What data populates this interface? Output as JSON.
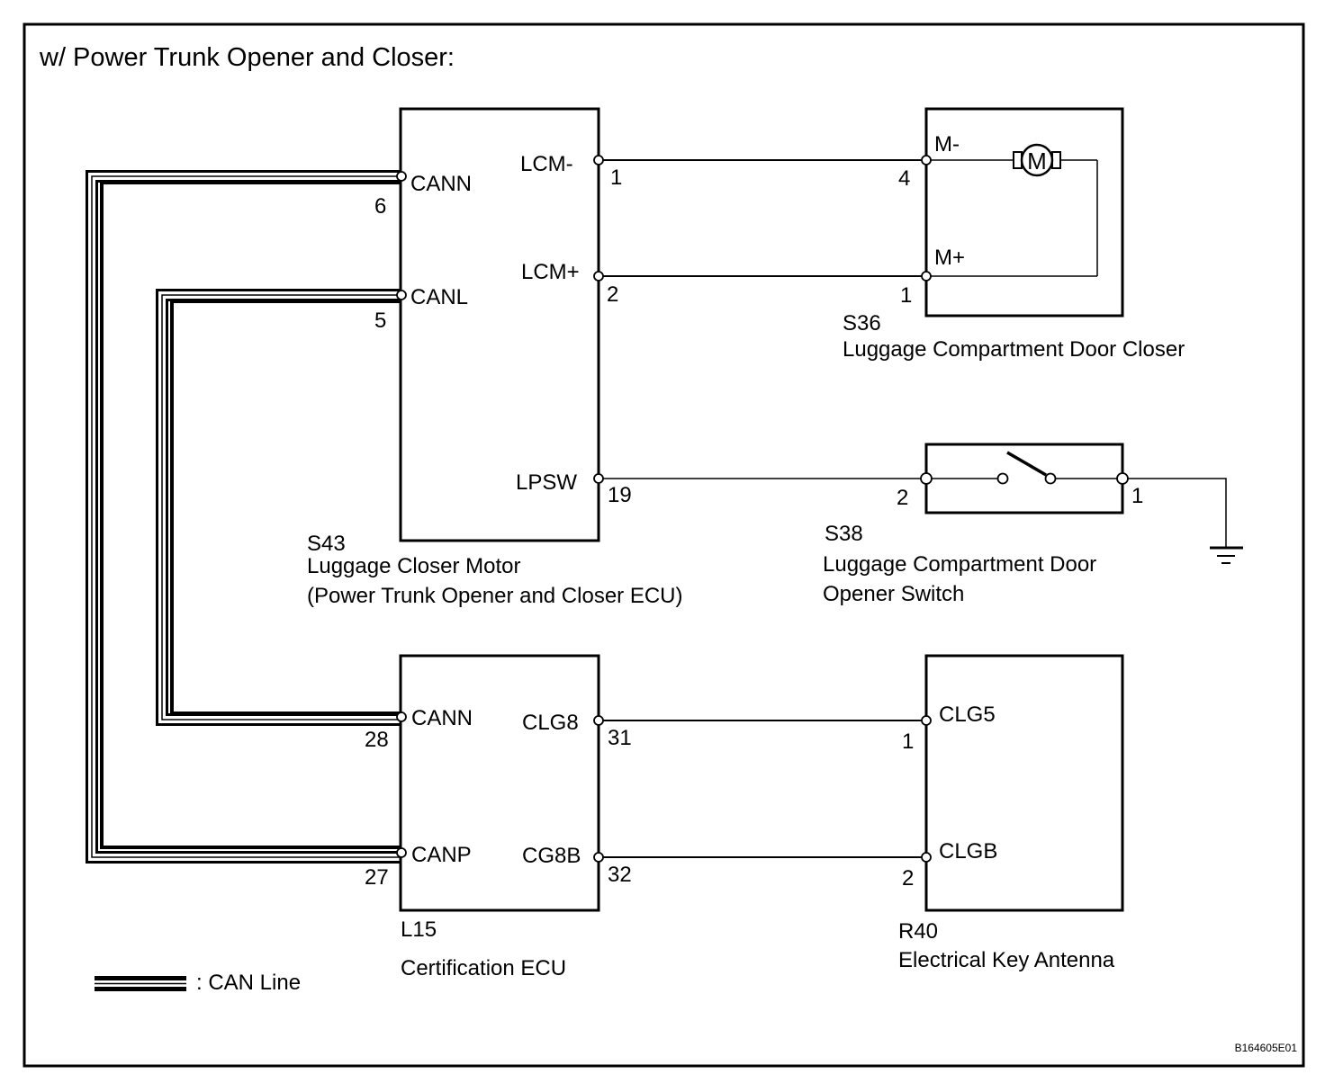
{
  "title": "w/ Power Trunk Opener and Closer:",
  "figure_code": "B164605E01",
  "legend": {
    "can_line_label": ": CAN Line",
    "icon": "can-line-twisted-pair-symbol"
  },
  "components": {
    "s43": {
      "code": "S43",
      "name_line1": "Luggage Closer Motor",
      "name_line2": "(Power Trunk Opener and Closer ECU)",
      "pins": {
        "cann": {
          "name": "CANN",
          "number": "6"
        },
        "canl": {
          "name": "CANL",
          "number": "5"
        },
        "lcm_minus": {
          "name": "LCM-",
          "number": "1"
        },
        "lcm_plus": {
          "name": "LCM+",
          "number": "2"
        },
        "lpsw": {
          "name": "LPSW",
          "number": "19"
        }
      }
    },
    "s36": {
      "code": "S36",
      "name_line1": "Luggage Compartment Door Closer",
      "motor_symbol": "M",
      "pins": {
        "m_minus": {
          "name": "M-",
          "number": "4"
        },
        "m_plus": {
          "name": "M+",
          "number": "1"
        }
      }
    },
    "s38": {
      "code": "S38",
      "name_line1": "Luggage Compartment Door",
      "name_line2": "Opener Switch",
      "pins": {
        "p2": {
          "number": "2"
        },
        "p1": {
          "number": "1"
        }
      }
    },
    "l15": {
      "code": "L15",
      "name_line1": "Certification ECU",
      "pins": {
        "cann": {
          "name": "CANN",
          "number": "28"
        },
        "canp": {
          "name": "CANP",
          "number": "27"
        },
        "clg8": {
          "name": "CLG8",
          "number": "31"
        },
        "cg8b": {
          "name": "CG8B",
          "number": "32"
        }
      }
    },
    "r40": {
      "code": "R40",
      "name_line1": "Electrical Key Antenna",
      "pins": {
        "clg5": {
          "name": "CLG5",
          "number": "1"
        },
        "clgb": {
          "name": "CLGB",
          "number": "2"
        }
      }
    }
  },
  "connections": [
    {
      "from": "S43-1 LCM-",
      "to": "S36-4 M-",
      "type": "wire"
    },
    {
      "from": "S43-2 LCM+",
      "to": "S36-1 M+",
      "type": "wire"
    },
    {
      "from": "S43-19 LPSW",
      "to": "S38-2",
      "type": "wire"
    },
    {
      "from": "S38-1",
      "to": "ground",
      "type": "wire"
    },
    {
      "from": "S43-6 CANN",
      "to": "L15-27 CANP",
      "type": "can"
    },
    {
      "from": "S43-5 CANL",
      "to": "L15-28 CANN",
      "type": "can"
    },
    {
      "from": "L15-31 CLG8",
      "to": "R40-1 CLG5",
      "type": "wire"
    },
    {
      "from": "L15-32 CG8B",
      "to": "R40-2 CLGB",
      "type": "wire"
    }
  ]
}
